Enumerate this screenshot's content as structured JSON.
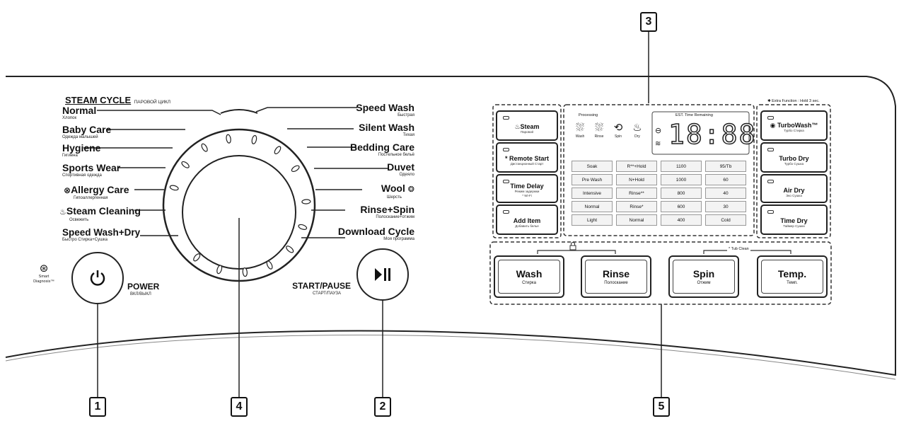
{
  "dial": {
    "header": {
      "label": "STEAM CYCLE",
      "sub": "ПАРОВОЙ ЦИКЛ"
    },
    "left_programs": [
      {
        "label": "Normal",
        "sub": "Хлопок"
      },
      {
        "label": "Baby Care",
        "sub": "Одежда малышей"
      },
      {
        "label": "Hygiene",
        "sub": "Гигиена"
      },
      {
        "label": "Sports Wear",
        "sub": "Спортивная одежда"
      },
      {
        "label": "Allergy Care",
        "sub": "Гипоаллергенная"
      },
      {
        "label": "Steam Cleaning",
        "sub": "Освежить"
      },
      {
        "label": "Speed Wash+Dry",
        "sub": "Быстро Стирка+Сушка"
      }
    ],
    "right_programs": [
      {
        "label": "Speed Wash",
        "sub": "Быстрая"
      },
      {
        "label": "Silent Wash",
        "sub": "Тихая"
      },
      {
        "label": "Bedding Care",
        "sub": "Постельное бельё"
      },
      {
        "label": "Duvet",
        "sub": "Одеяло"
      },
      {
        "label": "Wool",
        "sub": "Шерсть"
      },
      {
        "label": "Rinse+Spin",
        "sub": "Полоскание+отжим"
      },
      {
        "label": "Download Cycle",
        "sub": "Моя программа"
      }
    ]
  },
  "power": {
    "label": "POWER",
    "sub": "ВКЛ/ВЫКЛ",
    "icon": "power-icon"
  },
  "start_pause": {
    "label": "START/PAUSE",
    "sub": "СТАРТ/ПАУЗА",
    "icon": "play-pause-icon"
  },
  "smart_diagnosis": {
    "line1": "Smart",
    "line2": "Diagnosis™"
  },
  "callouts": [
    "1",
    "2",
    "3",
    "4",
    "5"
  ],
  "left_options": [
    {
      "label": "Steam",
      "sub": "Паровой"
    },
    {
      "label": "* Remote Start",
      "sub": "Дистанционный Старт"
    },
    {
      "label": "Time Delay",
      "sub": "Режим задержки",
      "sub2": "* Wi-Fi"
    },
    {
      "label": "Add Item",
      "sub": "Добавить белье"
    }
  ],
  "right_options": [
    {
      "label": "TurboWash™",
      "sub": "Турбо Стирка"
    },
    {
      "label": "Turbo Dry",
      "sub": "Турбо Сушка"
    },
    {
      "label": "Air Dry",
      "sub": "Эко Сушка"
    },
    {
      "label": "Time Dry",
      "sub": "Таймер Сушки"
    }
  ],
  "extra_function_note": "✱ Extra Function : Hold 3 sec.",
  "display": {
    "processing_label": "Processing",
    "time_label": "EST. Time Remaining",
    "stages": [
      "Wash",
      "Rinse",
      "Spin",
      "Dry"
    ],
    "digits": "18:88",
    "rows": [
      [
        "Soak",
        "R**+Hold",
        "1100",
        "95/Tb"
      ],
      [
        "Pre Wash",
        "N+Hold",
        "1000",
        "60"
      ],
      [
        "Intensive",
        "Rinse**",
        "800",
        "40"
      ],
      [
        "Normal",
        "Rinse*",
        "600",
        "30"
      ],
      [
        "Light",
        "Normal",
        "400",
        "Cold"
      ]
    ]
  },
  "bottom_buttons": [
    {
      "label": "Wash",
      "sub": "Стирка"
    },
    {
      "label": "Rinse",
      "sub": "Полоскание"
    },
    {
      "label": "Spin",
      "sub": "Отжим"
    },
    {
      "label": "Temp.",
      "sub": "Темп."
    }
  ],
  "tub_clean_label": "* Tub Clean"
}
